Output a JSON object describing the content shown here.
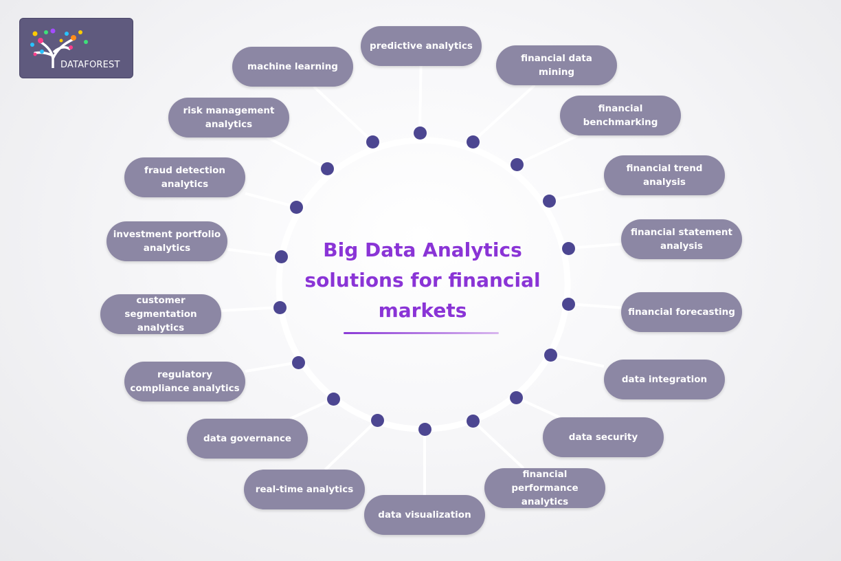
{
  "logo": {
    "text": "DATAFOREST"
  },
  "title": "Big Data Analytics solutions for financial markets",
  "items": [
    "predictive analytics",
    "financial data mining",
    "financial benchmarking",
    "financial trend analysis",
    "financial statement analysis",
    "financial forecasting",
    "data integration",
    "data security",
    "financial performance analytics",
    "data visualization",
    "real-time analytics",
    "data governance",
    "regulatory compliance analytics",
    "customer segmentation analytics",
    "investment portfolio analytics",
    "fraud detection analytics",
    "risk management analytics",
    "machine learning"
  ],
  "colors": {
    "title": "#8a34d6",
    "pill": "#8c87a4",
    "node": "#4c4691",
    "ring": "#ffffff",
    "logo_bg": "#5f5a7e"
  }
}
